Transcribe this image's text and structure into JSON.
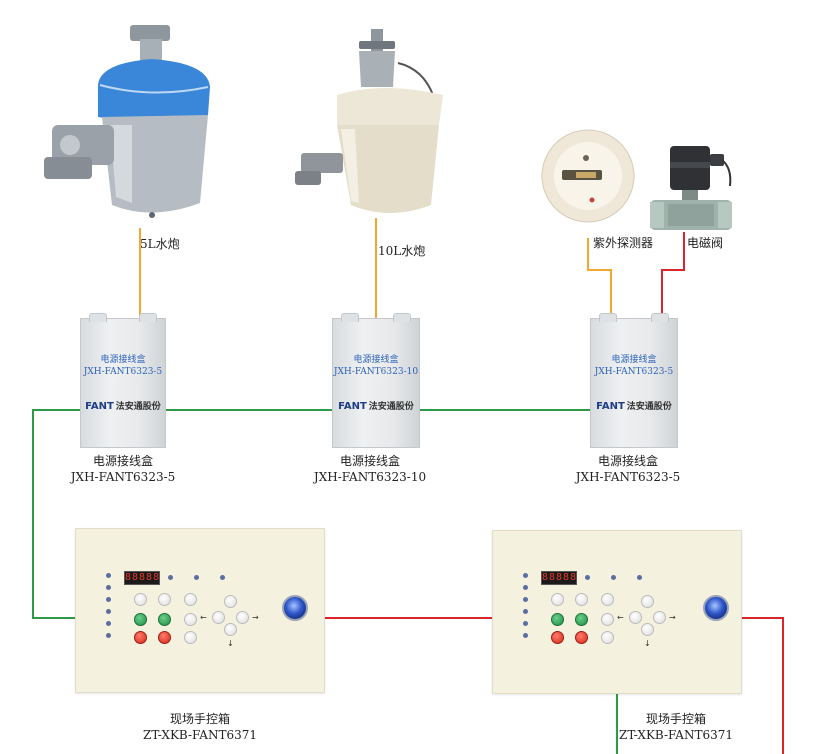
{
  "devices": {
    "cannon_5l": {
      "label": "5L水炮"
    },
    "cannon_10l": {
      "label": "10L水炮"
    },
    "uv_detector": {
      "label": "紫外探测器"
    },
    "solenoid_valve": {
      "label": "电磁阀"
    }
  },
  "junction_boxes": [
    {
      "plate_title": "电源接线盒",
      "plate_model": "JXH-FANT6323-5",
      "logo": "FANT",
      "logo_cn": "法安通股份",
      "caption_title": "电源接线盒",
      "caption_model": "JXH-FANT6323-5"
    },
    {
      "plate_title": "电源接线盒",
      "plate_model": "JXH-FANT6323-10",
      "logo": "FANT",
      "logo_cn": "法安通股份",
      "caption_title": "电源接线盒",
      "caption_model": "JXH-FANT6323-10"
    },
    {
      "plate_title": "电源接线盒",
      "plate_model": "JXH-FANT6323-5",
      "logo": "FANT",
      "logo_cn": "法安通股份",
      "caption_title": "电源接线盒",
      "caption_model": "JXH-FANT6323-5"
    }
  ],
  "control_boxes": [
    {
      "caption_title": "现场手控箱",
      "caption_model": "ZT-XKB-FANT6371",
      "display": "88888"
    },
    {
      "caption_title": "现场手控箱",
      "caption_model": "ZT-XKB-FANT6371",
      "display": "88888"
    }
  ],
  "colors": {
    "signal_wire": "#f0a830",
    "bus_wire": "#2e9a47",
    "control_wire": "#d8262a",
    "plate_text": "#2c63b8"
  }
}
